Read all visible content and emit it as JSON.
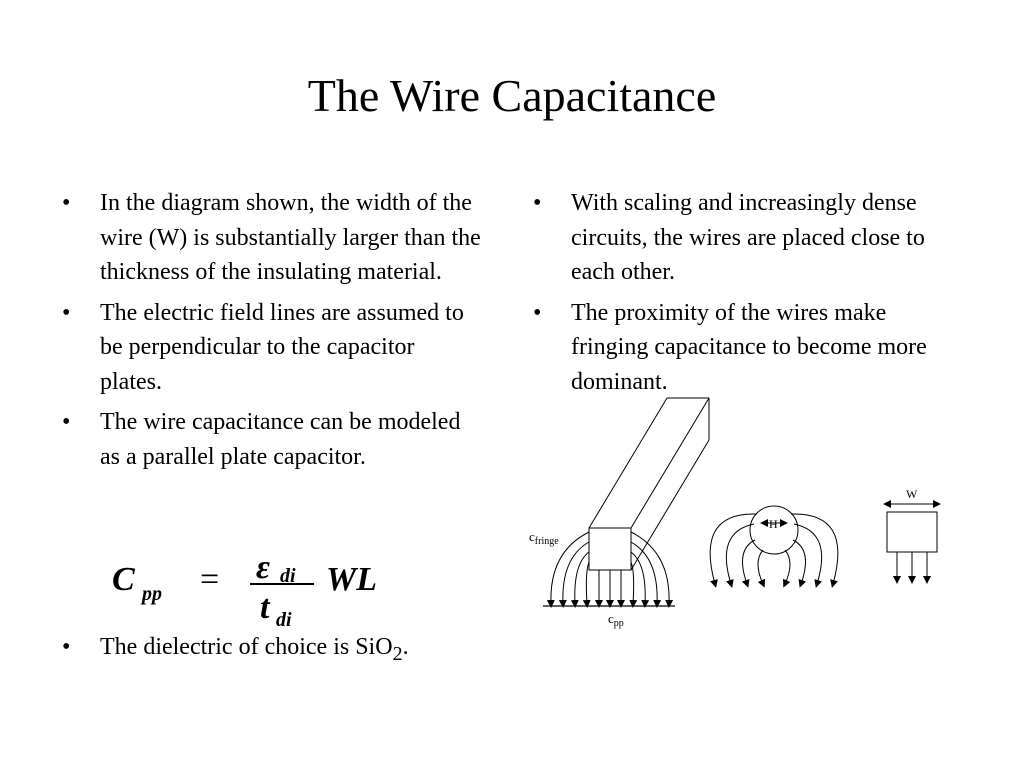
{
  "slide": {
    "title": "The Wire Capacitance",
    "bullet_char": "•",
    "left_bullets": [
      "In the diagram shown, the width of the wire (W) is substantially larger than the thickness of the insulating material.",
      "The electric field lines are assumed to be perpendicular to the capacitor plates.",
      "The wire capacitance can be modeled as a parallel plate capacitor."
    ],
    "right_bullets": [
      "With scaling and increasingly dense circuits, the wires are placed close to each other.",
      "The proximity of the wires make fringing capacitance to become more dominant."
    ],
    "last_bullet": {
      "text": "The dielectric of choice is SiO",
      "subscript": "2",
      "suffix": "."
    }
  },
  "formula": {
    "lhs": "C",
    "lhs_sub": "pp",
    "equals": "=",
    "numerator": "ε",
    "numerator_sub": "di",
    "denominator": "t",
    "denominator_sub": "di",
    "factor": "WL"
  },
  "diagram": {
    "label_c": "c",
    "label_fringe": "fringe",
    "label_cpp_c": "c",
    "label_pp": "pp",
    "label_h": "H",
    "label_w": "W"
  }
}
